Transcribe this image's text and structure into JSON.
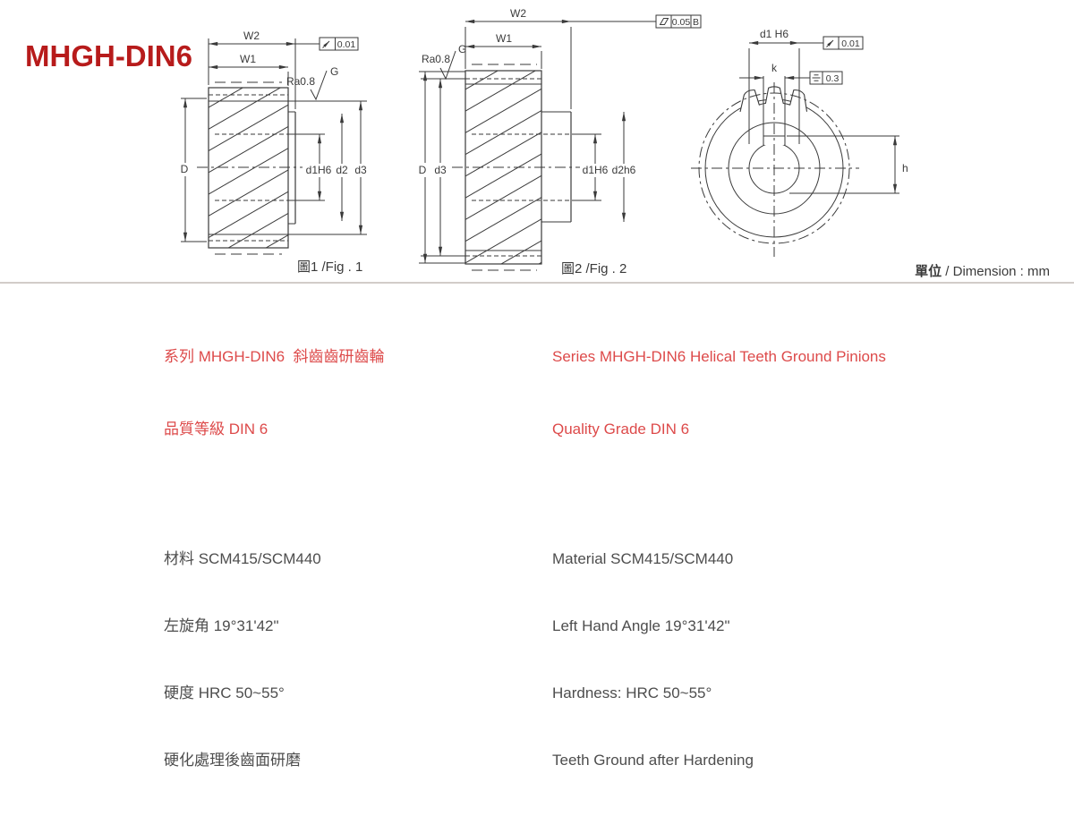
{
  "title": "MHGH-DIN6",
  "unit": {
    "zh": "單位",
    "rest": " / Dimension : mm"
  },
  "figures": {
    "fig1": {
      "caption": "圖1 /Fig . 1",
      "w2": "W2",
      "w1": "W1",
      "D": "D",
      "d1": "d1H6",
      "d2": "d2",
      "d3": "d3",
      "ra": "Ra0.8",
      "g": "G",
      "tol": "0.01"
    },
    "fig2": {
      "caption": "圖2 /Fig . 2",
      "w2": "W2",
      "w1": "W1",
      "D": "D",
      "d3": "d3",
      "d1": "d1H6",
      "d2": "d2h6",
      "ra": "Ra0.8",
      "g": "G",
      "tol": "0.05",
      "datum": "B"
    },
    "fig3": {
      "d1": "d1 H6",
      "k": "k",
      "h": "h",
      "tol_runout": "0.01",
      "tol_sym": "0.3"
    }
  },
  "info_zh": {
    "head1": "系列 MHGH-DIN6  斜齒齒研齒輪",
    "head2": "品質等級 DIN 6",
    "lines": [
      "材料 SCM415/SCM440",
      "左旋角 19°31'42\"",
      "硬度 HRC 50~55°",
      "硬化處理後齒面研磨"
    ]
  },
  "info_en": {
    "head1": "Series MHGH-DIN6 Helical Teeth Ground Pinions",
    "head2": "Quality Grade DIN 6",
    "lines": [
      "Material SCM415/SCM440",
      "Left Hand Angle 19°31'42\"",
      "Hardness: HRC 50~55°",
      "Teeth Ground after Hardening"
    ]
  }
}
